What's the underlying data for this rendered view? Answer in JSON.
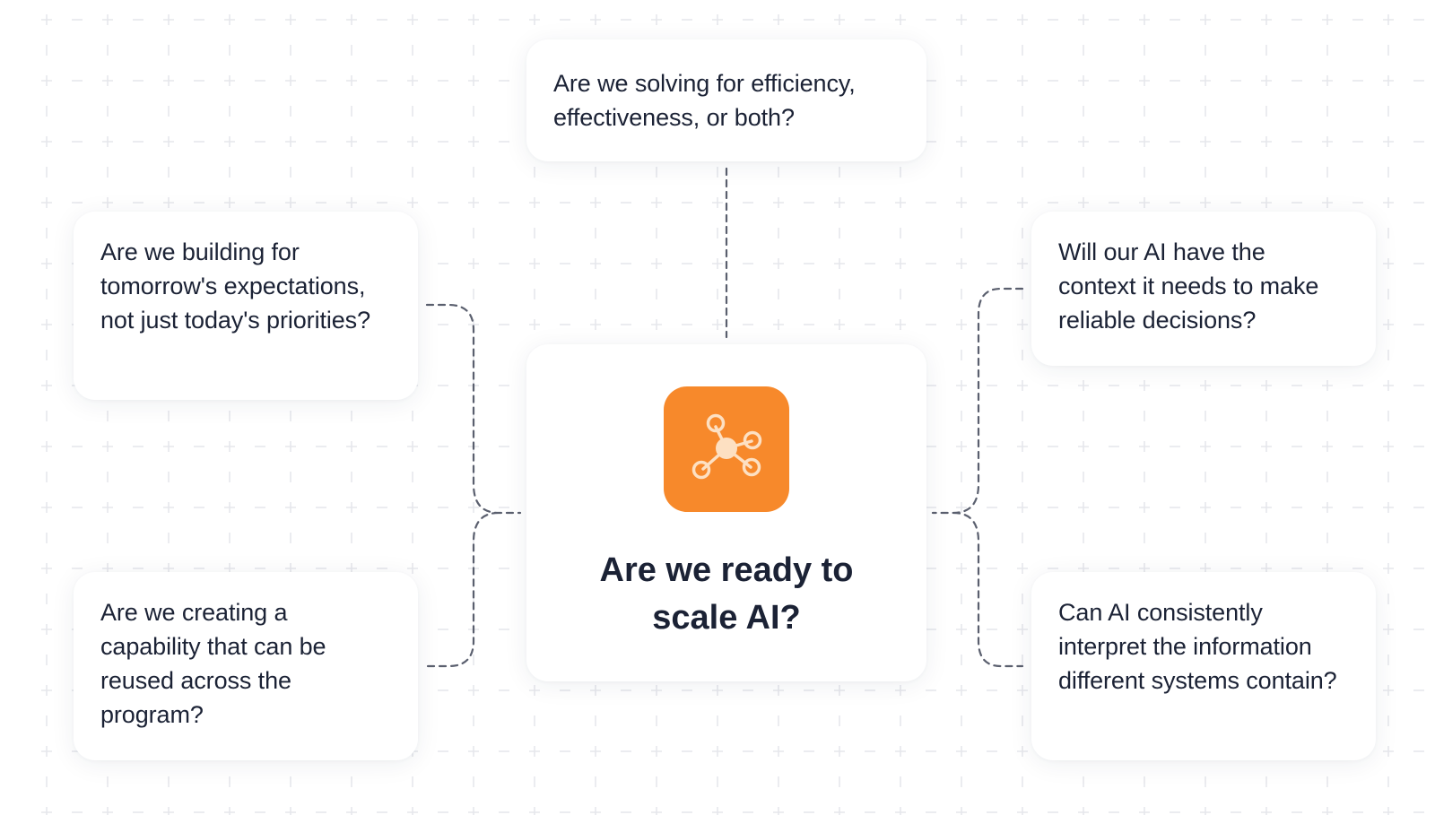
{
  "diagram": {
    "center": {
      "title": "Are we ready to\nscale AI?",
      "icon": "network-nodes-icon",
      "icon_color": "#f7892b"
    },
    "questions": {
      "top": "Are we solving for efficiency, effectiveness, or both?",
      "left_top": "Are we building for tomorrow's expectations, not just today's priorities?",
      "left_bottom": "Are we creating a capability that can be reused across the program?",
      "right_top": "Will our AI have the context it needs to make reliable decisions?",
      "right_bottom": "Can AI consistently interpret the information different systems contain?"
    },
    "colors": {
      "text": "#1b2235",
      "connector": "#5a5f6e",
      "grid": "#e6e7ec"
    }
  }
}
